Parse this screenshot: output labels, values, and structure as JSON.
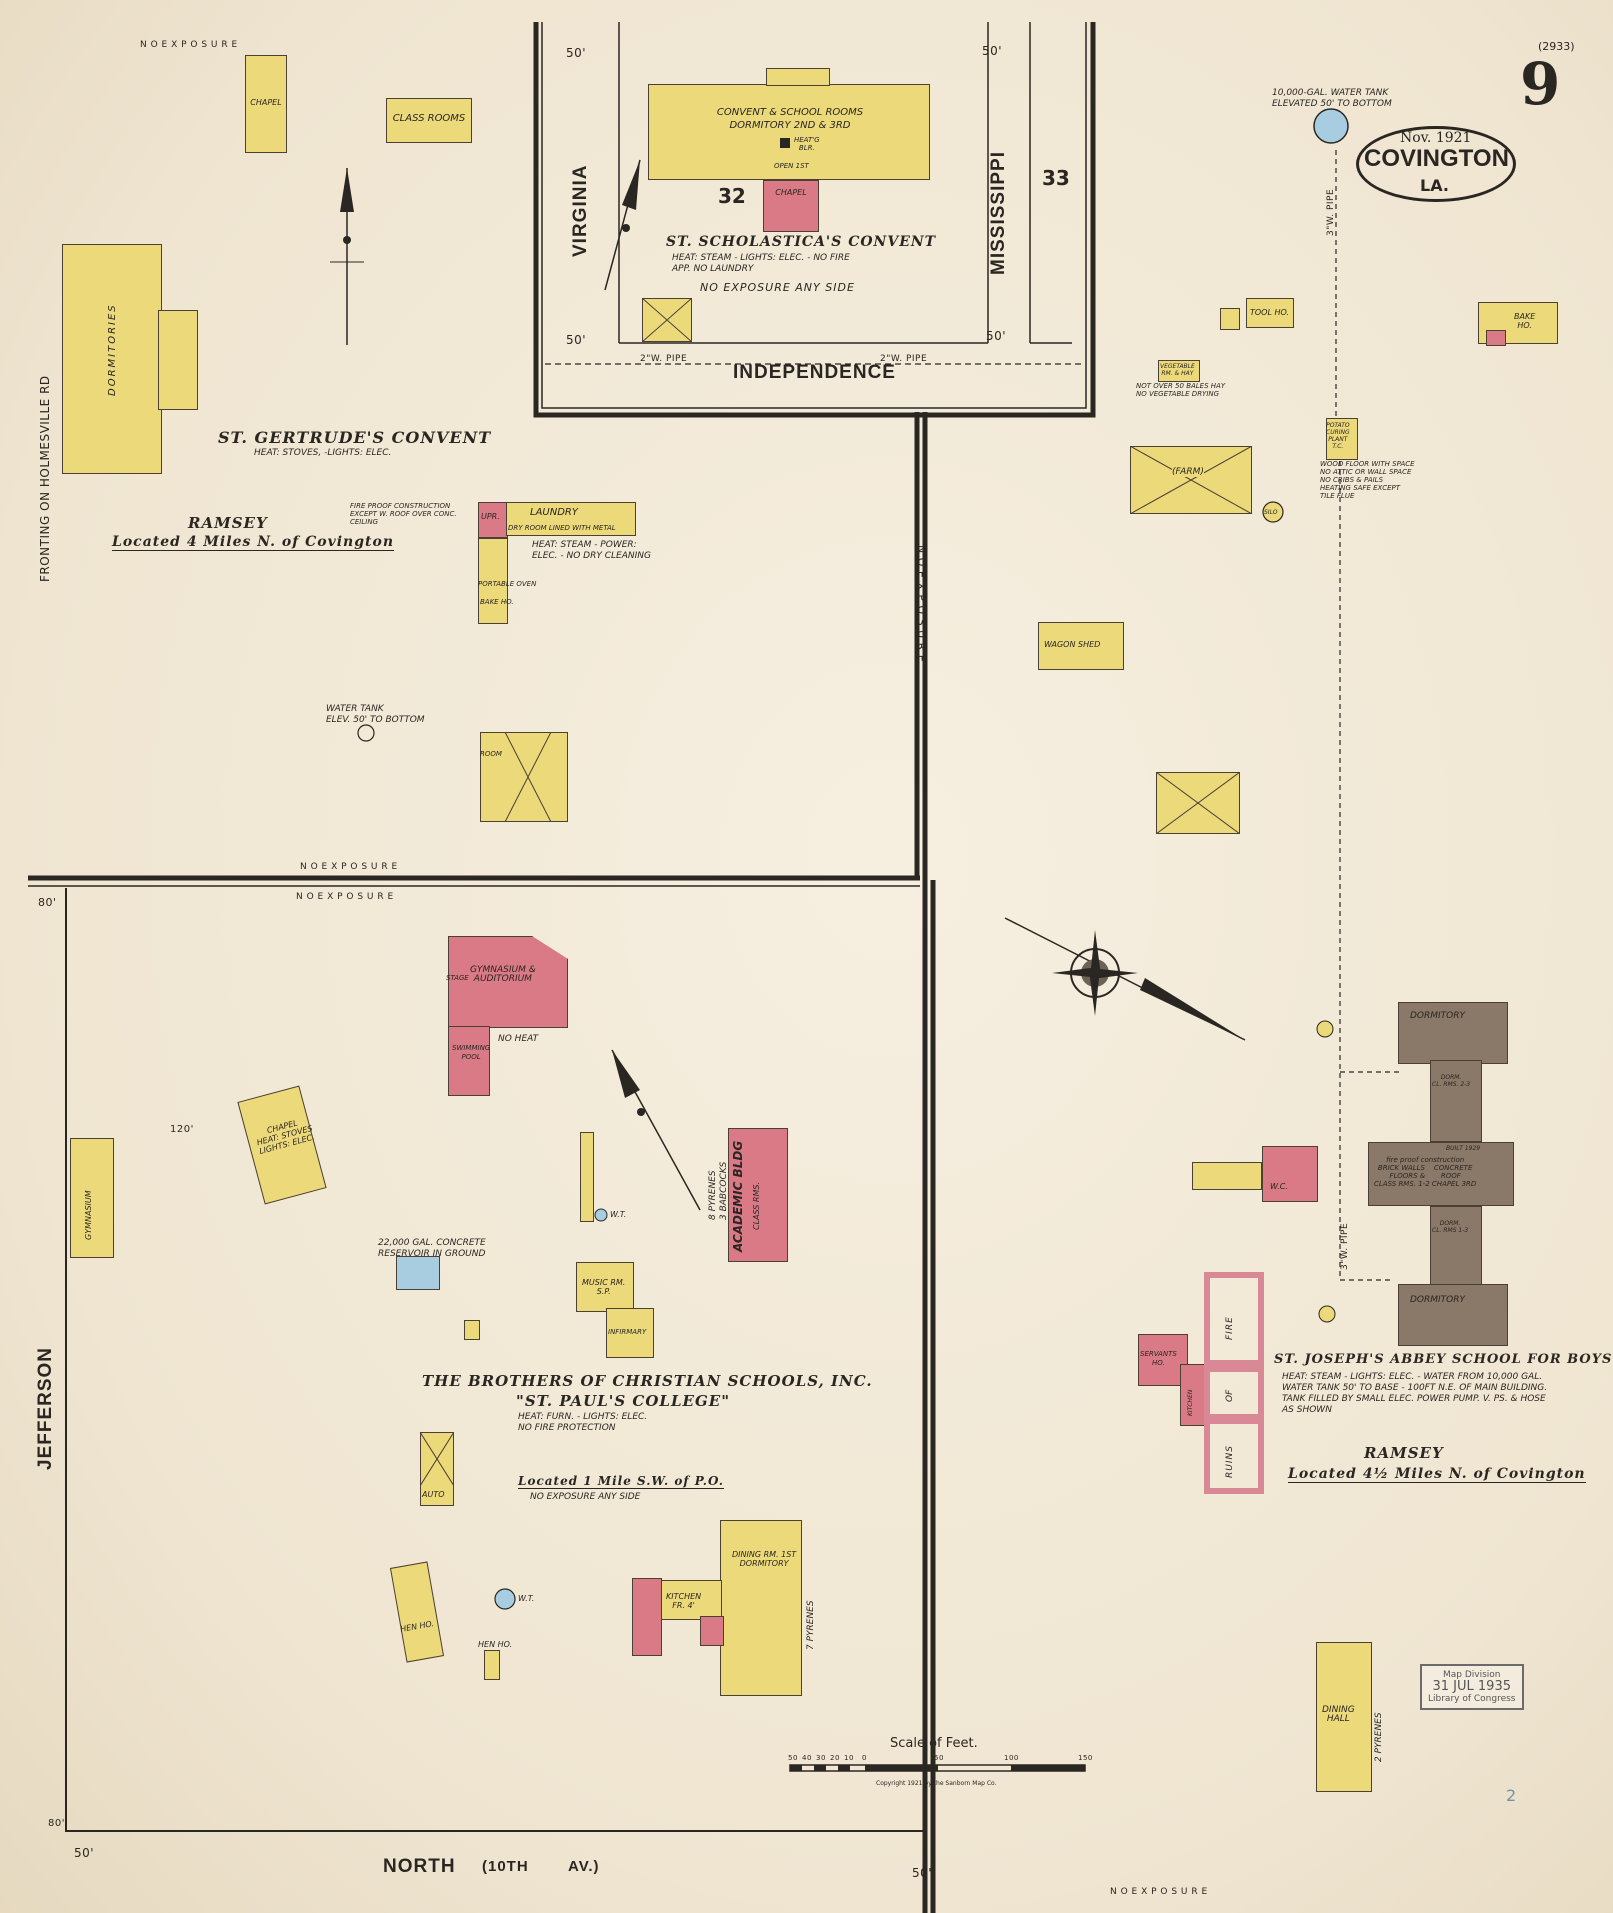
{
  "sheet": {
    "page_number": "9",
    "sheet_id": "(2933)",
    "date": "Nov. 1921",
    "city": "COVINGTON",
    "state": "LA.",
    "copyright": "Copyright 1921 by the Sanborn Map Co.",
    "stamp": [
      "Map Division",
      "31 JUL 1935",
      "Library of Congress"
    ],
    "corner_mark": "2"
  },
  "streets": {
    "virginia": "VIRGINIA",
    "mississippi": "MISSISSIPPI",
    "independence": "INDEPENDENCE",
    "jefferson": "JEFFERSON",
    "north": "NORTH",
    "north_alt": "(10TH",
    "north_av": "AV.)",
    "holmesville": "FRONTING ON HOLMESVILLE RD",
    "exposure_top": "N O   E X P O S U R E",
    "exposure_mid1": "N O   E X P O S U R E",
    "exposure_mid2": "N O   E X P O S U R E",
    "exposure_bottom": "N O   E X P O S U R E",
    "exposure_vert": "N O   E X P O S U R E"
  },
  "blocks": {
    "b32": "32",
    "b33": "33"
  },
  "widths": {
    "w1": "50'",
    "w2": "50'",
    "w3": "50'",
    "w4": "50'",
    "w5": "80'",
    "w6": "50'",
    "w7": "50'",
    "w8": "80'",
    "w9": "120'"
  },
  "pipes": {
    "p1": "2\"W. PIPE",
    "p2": "2\"W. PIPE",
    "p3": "3\"W. PIPE",
    "p4": "3\"W. PIPE"
  },
  "scholastica": {
    "name": "ST. SCHOLASTICA'S CONVENT",
    "note": "HEAT: STEAM - LIGHTS: ELEC. - NO FIRE\nAPP. NO LAUNDRY",
    "exposure": "NO EXPOSURE ANY SIDE",
    "main_bldg": "CONVENT & SCHOOL ROOMS\nDORMITORY 2ND & 3RD",
    "chapel": "CHAPEL",
    "heat_blr": "HEAT'G\nBLR.",
    "open": "OPEN 1ST"
  },
  "gertrude": {
    "name": "ST. GERTRUDE'S CONVENT",
    "note": "HEAT: STOVES, -LIGHTS: ELEC.",
    "chapel": "CHAPEL",
    "class_rooms": "CLASS ROOMS",
    "dormitories": "DORMITORIES",
    "laundry": "LAUNDRY",
    "laundry_note": "DRY ROOM LINED WITH METAL",
    "fire_proof": "FIRE PROOF CONSTRUCTION\nEXCEPT W. ROOF OVER CONC.\nCEILING",
    "heat_note": "HEAT: STEAM - POWER:\nELEC. - NO DRY CLEANING",
    "portable": "PORTABLE OVEN",
    "bake": "BAKE HO.",
    "water_tank": "WATER TANK\nELEV. 50' TO BOTTOM",
    "room": "ROOM",
    "upr": "UPR."
  },
  "ramsey_left": {
    "name": "RAMSEY",
    "located": "Located 4 Miles N. of Covington"
  },
  "stpauls": {
    "org": "THE BROTHERS OF CHRISTIAN SCHOOLS, INC.",
    "name": "\"ST. PAUL'S COLLEGE\"",
    "note": "HEAT: FURN. - LIGHTS: ELEC.\nNO FIRE PROTECTION",
    "located": "Located 1 Mile S.W. of P.O.",
    "exposure": "NO EXPOSURE ANY SIDE",
    "gym": "GYMNASIUM &\nAUDITORIUM",
    "stage": "STAGE",
    "pool": "SWIMMING\nPOOL",
    "no_heat": "NO HEAT",
    "chapel": "CHAPEL\nHEAT: STOVES\nLIGHTS: ELEC.",
    "gymnasium": "GYMNASIUM",
    "reservoir": "22,000 GAL. CONCRETE\nRESERVOIR IN GROUND",
    "academic": "ACADEMIC BLDG",
    "class_rms": "CLASS RMS.",
    "pyrenes": "8 PYRENES\n3 BABCOCKS",
    "music": "MUSIC RM.\nS.P.",
    "infirmary": "INFIRMARY",
    "wt1": "W.T.",
    "wt2": "W.T.",
    "auto": "AUTO",
    "hen1": "HEN HO.",
    "hen2": "HEN HO.",
    "dining": "DINING RM. 1ST\nDORMITORY",
    "kitchen": "KITCHEN\nFR. 4'",
    "pyrenes2": "7 PYRENES"
  },
  "abbey": {
    "name": "ST. JOSEPH'S ABBEY SCHOOL FOR BOYS",
    "note": "HEAT: STEAM - LIGHTS: ELEC. - WATER FROM 10,000 GAL.\nWATER TANK 50' TO BASE - 100FT N.E. OF MAIN BUILDING.\nTANK FILLED BY SMALL ELEC. POWER PUMP. V. PS. & HOSE\nAS SHOWN",
    "ramsey": "RAMSEY",
    "located": "Located 4½ Miles N. of Covington",
    "dorm1": "DORMITORY",
    "dorm2": "DORMITORY",
    "fire_proof": "fire proof construction\nBRICK WALLS    CONCRETE\nFLOORS &       ROOF\nCLASS RMS. 1-2 CHAPEL 3RD",
    "built": "BUILT 1929",
    "dorm_mid": "DORM.\nCL. RMS. 2-3",
    "dorm_low": "DORM.\nCL. RMS 1-3",
    "wc": "W.C.",
    "servants": "SERVANTS\nHO.",
    "kitchen": "KITCHEN",
    "ruins": [
      "RUINS",
      "OF",
      "FIRE"
    ],
    "water_tank": "10,000-GAL. WATER TANK\nELEVATED 50' TO BOTTOM",
    "dining_hall": "DINING\nHALL",
    "pyrenes": "2 PYRENES",
    "tool": "TOOL HO.",
    "bake": "BAKE\nHO.",
    "vegetable": "VEGETABLE\nRM. & HAY",
    "veg_note": "NOT OVER 50 BALES HAY\nNO VEGETABLE DRYING",
    "potato": "POTATO\nCURING\nPLANT\nT.C.",
    "potato_note": "WOOD FLOOR WITH SPACE\nNO ATTIC OR WALL SPACE\nNO CRIBS & PAILS\nHEATING SAFE EXCEPT\nTILE FLUE",
    "farm": "(FARM)",
    "silo": "SILO",
    "wagon": "WAGON SHED"
  },
  "scale": {
    "label": "Scale of Feet.",
    "ticks": [
      "50",
      "40",
      "30",
      "20",
      "10",
      "0",
      "50",
      "100",
      "150"
    ]
  },
  "colors": {
    "frame": "#ecd97a",
    "brick": "#d97a86",
    "stone": "#8a7868",
    "water": "#a9cde0",
    "paper": "#efe6d4"
  }
}
